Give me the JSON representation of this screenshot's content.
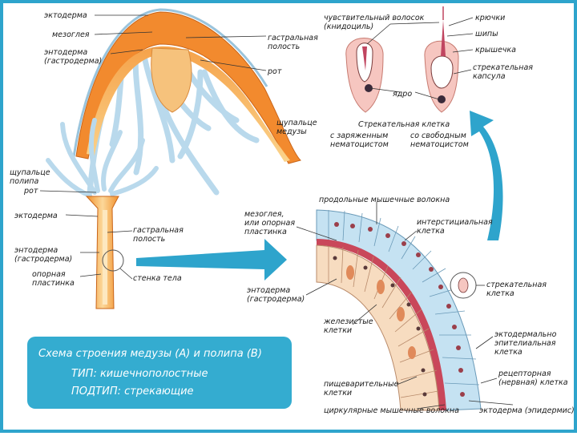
{
  "medusa": {
    "ectoderm": "эктодерма",
    "mesoglea": "мезоглея",
    "endoderm_1": "энтодерма",
    "endoderm_2": "(гастродерма)",
    "gastral_1": "гастральная",
    "gastral_2": "полость",
    "mouth": "рот",
    "tentacle_1": "щупальце",
    "tentacle_2": "медузы"
  },
  "polyp": {
    "tentacle_1": "щупальце",
    "tentacle_2": "полипа",
    "mouth": "рот",
    "ectoderm": "эктодерма",
    "endoderm_1": "энтодерма",
    "endoderm_2": "(гастродерма)",
    "support_1": "опорная",
    "support_2": "пластинка",
    "gastral_1": "гастральная",
    "gastral_2": "полость",
    "body_wall": "стенка тела"
  },
  "cnidocyte": {
    "cnidocil_1": "чувствительный волосок",
    "cnidocil_2": "(книдоциль)",
    "hooks": "крючки",
    "spines": "шипы",
    "lid": "крышечка",
    "capsule_1": "стрекательная",
    "capsule_2": "капсула",
    "nucleus": "ядро",
    "title": "Стрекательная клетка",
    "charged_1": "с заряженным",
    "charged_2": "нематоцистом",
    "free_1": "со свободным",
    "free_2": "нематоцистом"
  },
  "wall": {
    "long_muscle": "продольные мышечные волокна",
    "mesoglea_1": "мезоглея,",
    "mesoglea_2": "или опорная",
    "mesoglea_3": "пластинка",
    "interstitial_1": "интерстициальная",
    "interstitial_2": "клетка",
    "stinging_1": "стрекательная",
    "stinging_2": "клетка",
    "endoderm_1": "энтодерма",
    "endoderm_2": "(гастродерма)",
    "glandular_1": "железистые",
    "glandular_2": "клетки",
    "epithelial_1": "эктодермально",
    "epithelial_2": "эпителиальная",
    "epithelial_3": "клетка",
    "receptor_1": "рецепторная",
    "receptor_2": "(нервная) клетка",
    "digestive_1": "пищеварительные",
    "digestive_2": "клетки",
    "circular_muscle": "циркулярные мышечные волокна",
    "ectoderm": "эктодерма (эпидермис)"
  },
  "caption": {
    "line1": "Схема строения медузы (А) и полипа (В)",
    "line2": "ТИП: кишечнополостные",
    "line3": "ПОДТИП: стрекающие"
  },
  "colors": {
    "border": "#2ea4cc",
    "arrow": "#2ea4cc",
    "caption_bg": "#34acd0",
    "endoderm": "#f28a2e",
    "tentacle": "#b8d8ea"
  }
}
